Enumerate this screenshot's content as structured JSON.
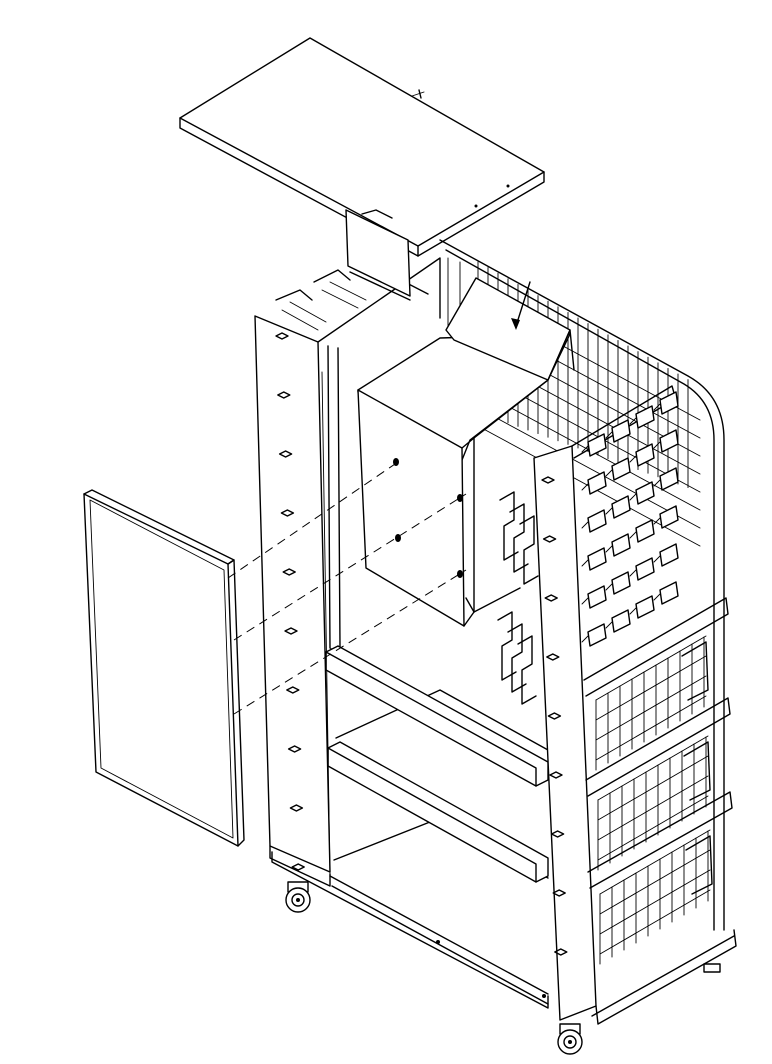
{
  "drawing": {
    "style": "exploded isometric line drawing",
    "line_color": "#000000",
    "background": "#ffffff",
    "parts": [
      "top-lid-panel",
      "insert-box",
      "side-door-panel",
      "left-side-panel",
      "front-right-panel",
      "wire-grid-back",
      "hanging-hooks",
      "crossbars",
      "casters"
    ],
    "icons": [
      "arrow-icon",
      "caster-wheel-icon",
      "mounting-screw-icon"
    ]
  }
}
